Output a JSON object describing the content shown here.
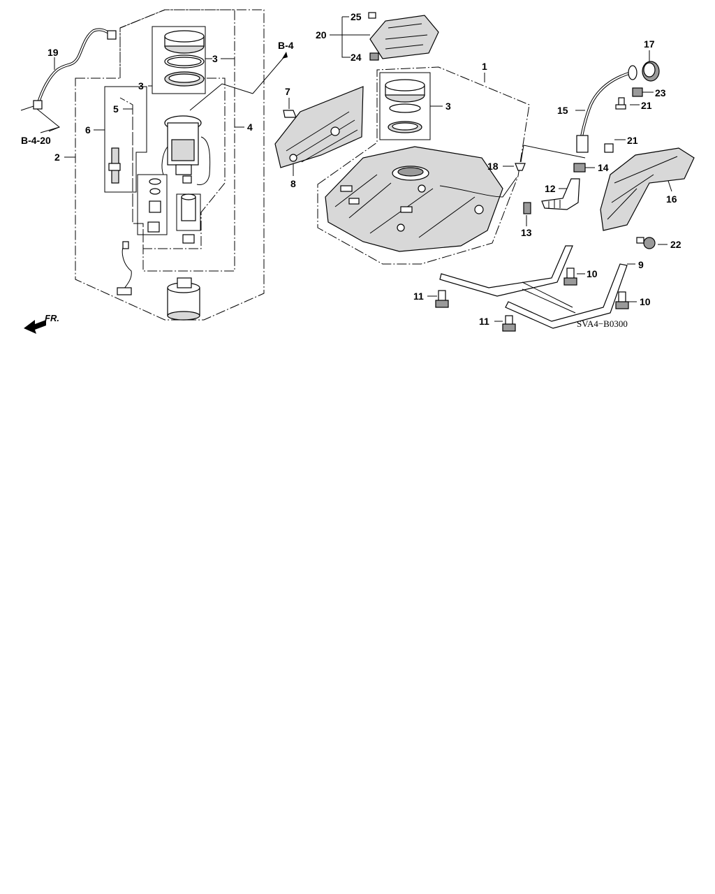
{
  "diagram": {
    "code": "SVA4−B0300",
    "front_label": "FR.",
    "refs": {
      "b4": "B-4",
      "b420": "B-4-20"
    },
    "labels": {
      "n1": "1",
      "n2": "2",
      "n3a": "3",
      "n3b": "3",
      "n3c": "3",
      "n4": "4",
      "n5": "5",
      "n6": "6",
      "n7": "7",
      "n8": "8",
      "n9": "9",
      "n10a": "10",
      "n10b": "10",
      "n11a": "11",
      "n11b": "11",
      "n12": "12",
      "n13": "13",
      "n14": "14",
      "n15": "15",
      "n16": "16",
      "n17": "17",
      "n18": "18",
      "n19": "19",
      "n20": "20",
      "n21a": "21",
      "n21b": "21",
      "n22": "22",
      "n23": "23",
      "n24": "24",
      "n25": "25"
    }
  }
}
